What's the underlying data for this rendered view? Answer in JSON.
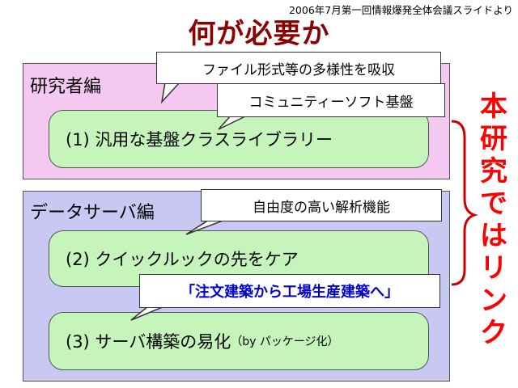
{
  "source_note": "2006年7月第一回情報爆発全体会議スライドより",
  "title": "何が必要か",
  "researcher_panel": {
    "label": "研究者編",
    "item": "(1) 汎用な基盤クラスライブラリー"
  },
  "server_panel": {
    "label": "データサーバ編",
    "item2": "(2) クイックルックの先をケア",
    "item3_main": "(3) サーバ構築の易化",
    "item3_note": "（by パッケージ化）"
  },
  "callouts": {
    "diversity": "ファイル形式等の多様性を吸収",
    "community": "コミュニティーソフト基盤",
    "analysis": "自由度の高い解析機能",
    "construction": "「注文建築から工場生産建築へ」"
  },
  "side_note": [
    "本",
    "研",
    "究",
    "で",
    "は",
    "リ",
    "ン",
    "ク"
  ],
  "colors": {
    "title": "#8b0000",
    "side_note": "#ff0000",
    "researcher_panel": "#f5c8f2",
    "server_panel": "#c8c8f2",
    "pill": "#c6f5bc",
    "construction_text": "#0000cc",
    "brace": "#cc0000"
  }
}
